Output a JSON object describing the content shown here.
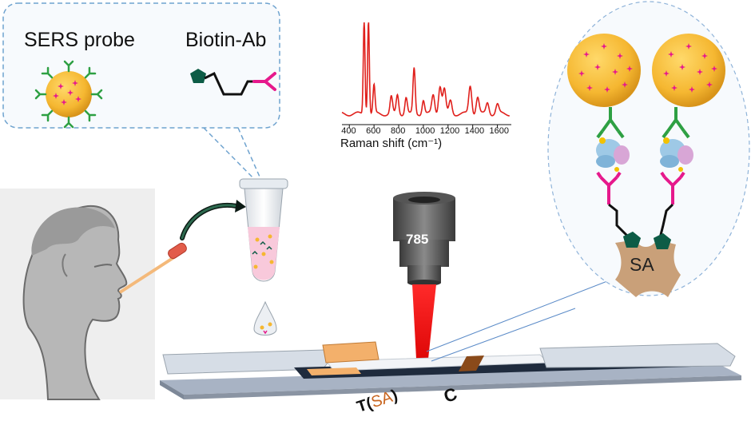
{
  "labels": {
    "sers_probe": "SERS probe",
    "biotin_ab": "Biotin-Ab",
    "laser_wavelength": "785",
    "streptavidin": "SA",
    "test_line_letter": "T",
    "test_line_paren_open": "(",
    "test_line_sa": "SA",
    "test_line_paren_close": ")",
    "control_line": "C"
  },
  "raman_spectrum": {
    "x_axis_label": "Raman shift (cm⁻¹)",
    "x_ticks": [
      "400",
      "600",
      "800",
      "1000",
      "1200",
      "1400",
      "1600"
    ],
    "x_range": [
      340,
      1700
    ],
    "line_color": "#e0201c"
  },
  "colors": {
    "nanoparticle": "#f5b731",
    "raman_reporter": "#e6198c",
    "antibody": "#2ea043",
    "biotin_ab_tail": "#e6198c",
    "biotin": "#0d5c46",
    "streptavidin": "#c9a079",
    "laser": "#e00000",
    "sample_pad": "#f3b06b",
    "control_line": "#8a4a1a"
  }
}
